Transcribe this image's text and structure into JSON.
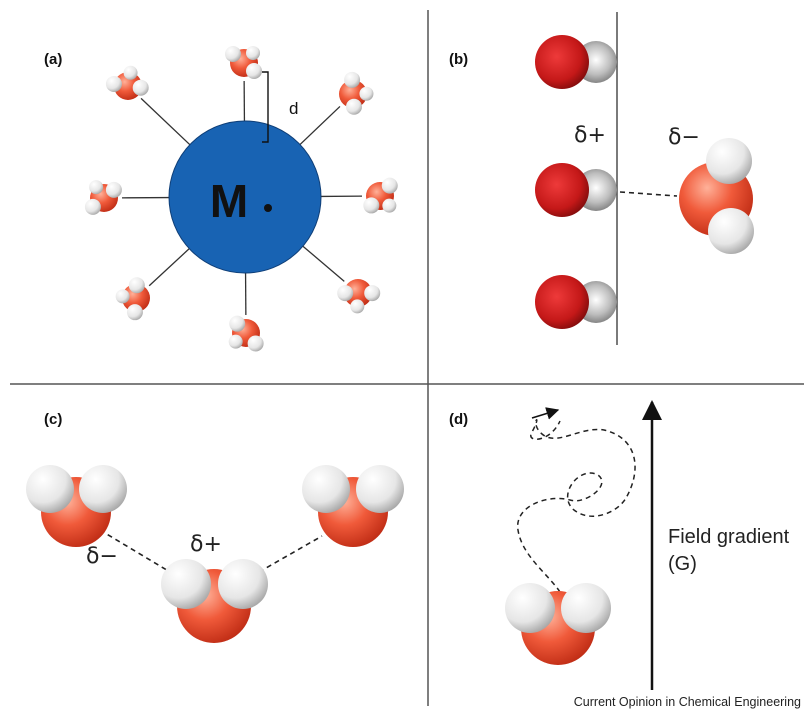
{
  "panels": {
    "a": {
      "label": "(a)",
      "metal_label": "M",
      "distance_label": "d",
      "colors": {
        "metal": "#1863b3"
      }
    },
    "b": {
      "label": "(b)",
      "delta_plus": "δ+",
      "delta_minus": "δ−",
      "colors": {
        "carbon": "#cc2020",
        "hydrogen": "#e8e8e8"
      }
    },
    "c": {
      "label": "(c)",
      "delta_minus": "δ−",
      "delta_plus": "δ+"
    },
    "d": {
      "label": "(d)",
      "field_label": "Field gradient",
      "field_symbol": "(G)"
    }
  },
  "colors": {
    "oxygen": "#ee5030",
    "hydrogen": "#f2f2f2",
    "divider": "#555555"
  },
  "caption": "Current Opinion in Chemical Engineering"
}
